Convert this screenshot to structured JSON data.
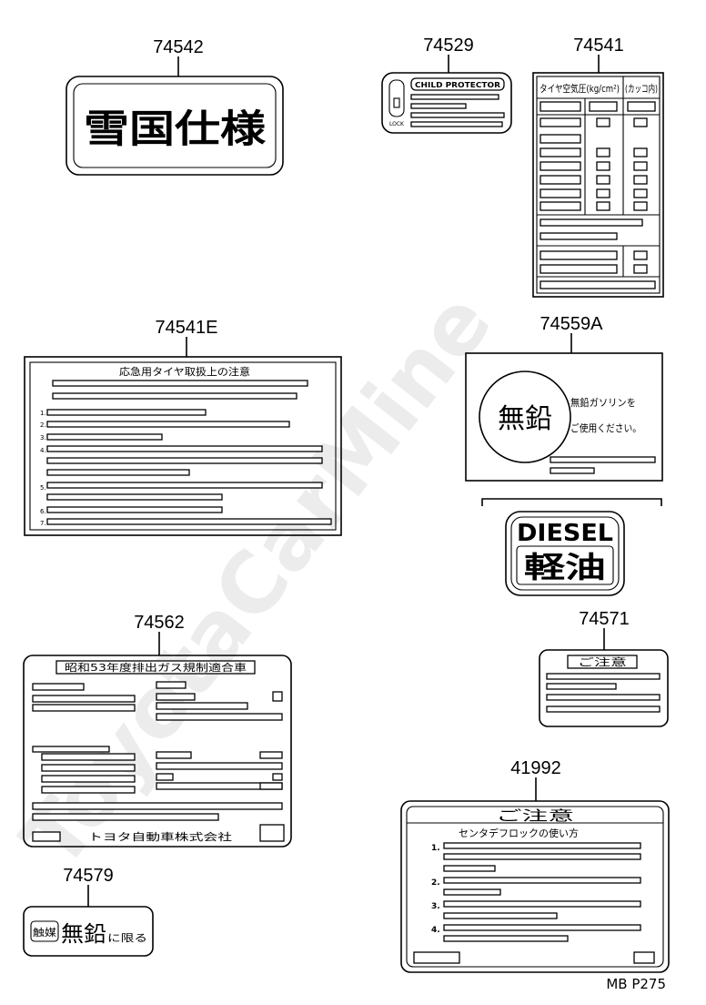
{
  "watermark": "ToyotaCarMine",
  "footer_code": "MB P275",
  "parts": [
    {
      "number": "74542",
      "text": "雪国仕様"
    },
    {
      "number": "74529",
      "header": "CHILD PROTECTOR",
      "lock_label": "LOCK"
    },
    {
      "number": "74541",
      "header_left": "タイヤ空気圧(kg/cm²)",
      "header_right": "(カッコ内)"
    },
    {
      "number": "74541E",
      "title": "応急用タイヤ取扱上の注意",
      "list_numbers": [
        "1.",
        "2.",
        "3.",
        "4.",
        "5.",
        "6.",
        "7."
      ]
    },
    {
      "number": "74559A",
      "circle_text": "無鉛",
      "line1": "無鉛ガソリンを",
      "line2": "ご使用ください。"
    },
    {
      "number": "",
      "top_text": "DIESEL",
      "bottom_text": "軽油"
    },
    {
      "number": "74562",
      "title": "昭和53年度排出ガス規制適合車",
      "footer": "トヨタ自動車株式会社"
    },
    {
      "number": "74571",
      "title": "ご注意"
    },
    {
      "number": "74579",
      "badge": "触媒",
      "text": "無鉛",
      "suffix": "に限る"
    },
    {
      "number": "41992",
      "title": "ご注意",
      "subtitle": "センタデフロックの使い方",
      "list_numbers": [
        "1.",
        "2.",
        "3.",
        "4."
      ]
    }
  ]
}
